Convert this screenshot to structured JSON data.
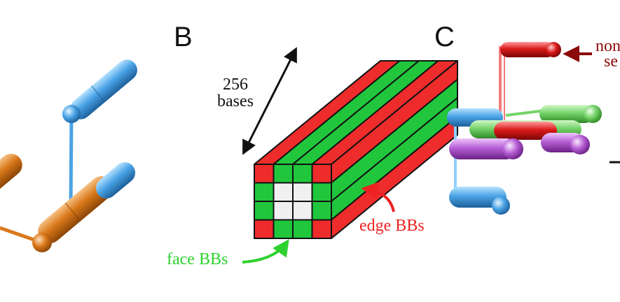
{
  "panels": {
    "b": {
      "letter": "B"
    },
    "c": {
      "letter": "C"
    }
  },
  "labels": {
    "length_value": "256",
    "length_unit": "bases",
    "face": "face BBs",
    "edge": "edge BBs",
    "partial_right_top": "non",
    "partial_right_bottom": "se"
  },
  "colors": {
    "green_text": "#2fd12f",
    "red_text": "#ee2222",
    "dark_red_text": "#8b0a0a",
    "bundle_red": "#ee2c2c",
    "bundle_green": "#21c63d",
    "core_gray": "#f0f0f0",
    "helix_blue": "#4aa3e6",
    "helix_orange": "#d9781a",
    "helix_green": "#76d36a",
    "helix_purple": "#b760d6",
    "helix_red": "#d91a1a"
  },
  "bundle_grid": {
    "rows": 4,
    "cols": 4,
    "cells": [
      [
        "edge",
        "face",
        "face",
        "edge"
      ],
      [
        "face",
        "core",
        "core",
        "face"
      ],
      [
        "face",
        "core",
        "core",
        "face"
      ],
      [
        "edge",
        "face",
        "face",
        "edge"
      ]
    ]
  }
}
